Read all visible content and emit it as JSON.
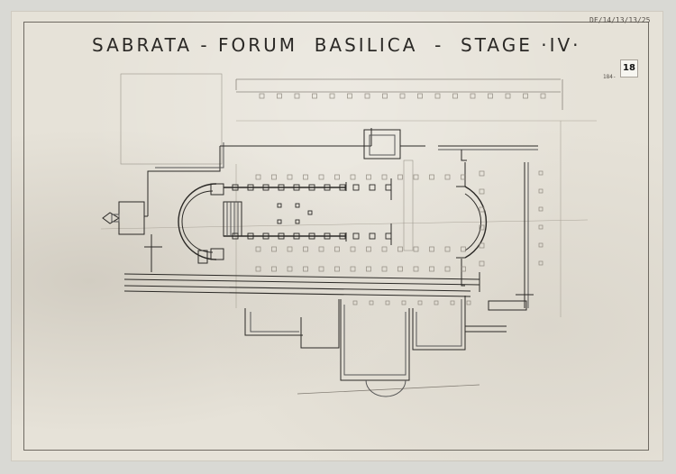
{
  "drawing": {
    "title": "SABRATA - FORUM  BASILICA  -  STAGE ·IV·",
    "reference": "DF/14/13/13/25",
    "sheet_code": "184-",
    "sheet_number": "18"
  },
  "colors": {
    "paper": "#e6e2d8",
    "ink": "#2b2926",
    "faint_ink": "#7d776e"
  }
}
